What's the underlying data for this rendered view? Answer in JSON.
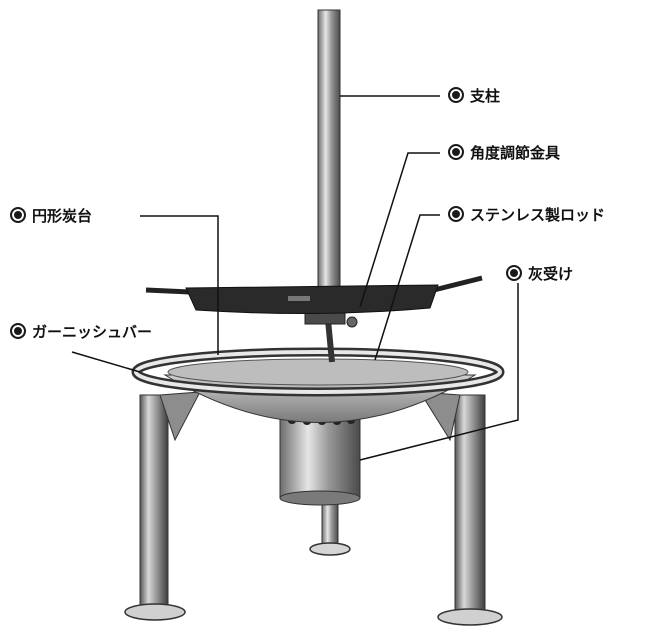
{
  "labels": {
    "pillar": "支柱",
    "angle_bracket": "角度調節金具",
    "charcoal_stand": "円形炭台",
    "stainless_rod": "ステンレス製ロッド",
    "ash_tray": "灰受け",
    "ganish_bar": "ガーニッシュバー"
  },
  "icons": {
    "bullet": "hexagon-bullet-icon"
  },
  "colors": {
    "ink": "#111111",
    "metal_dark": "#2a2a2a",
    "metal_light": "#bdbdbd"
  }
}
